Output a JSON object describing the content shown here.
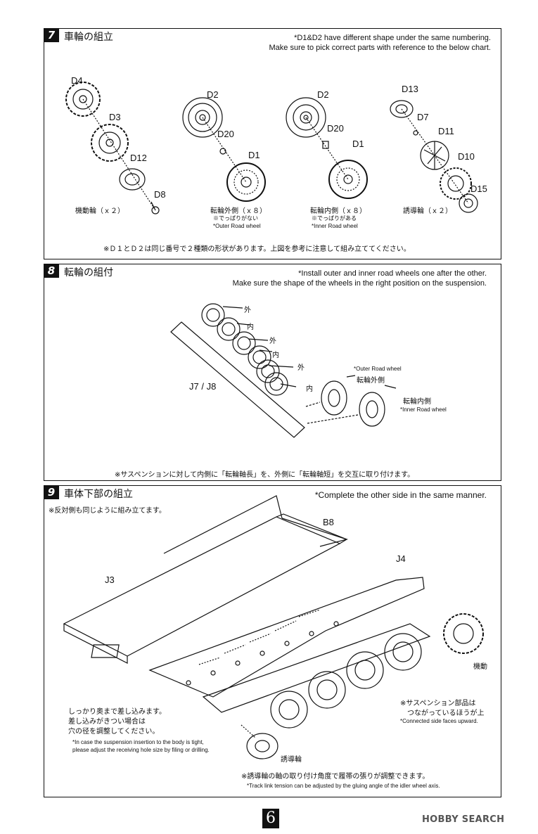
{
  "step7": {
    "number": "7",
    "title": "車輪の組立",
    "note_en_1": "*D1&D2 have different shape under the same numbering.",
    "note_en_2": "Make sure to pick correct parts with reference to the below chart.",
    "parts": {
      "d4": "D4",
      "d3": "D3",
      "d12": "D12",
      "d8": "D8",
      "d2a": "D2",
      "d20a": "D20",
      "d1a": "D1",
      "d2b": "D2",
      "d20b": "D20",
      "d1b": "D1",
      "d13": "D13",
      "d7": "D7",
      "d11": "D11",
      "d10": "D10",
      "d15": "D15"
    },
    "caption_sprocket": "機動輪（ｘ２）",
    "caption_outer": "転輪外側（ｘ８）",
    "caption_outer_sub_jp": "※でっぱりがない",
    "caption_outer_sub_en": "*Outer Road wheel",
    "caption_inner": "転輪内側（ｘ８）",
    "caption_inner_sub_jp": "※でっぱりがある",
    "caption_inner_sub_en": "*Inner Road wheel",
    "caption_idler": "誘導輪（ｘ２）",
    "note_jp": "※Ｄ１とＤ２は同じ番号で２種類の形状があります。上図を参考に注意して組み立ててください。"
  },
  "step8": {
    "number": "8",
    "title": "転輪の組付",
    "note_en_1": "*Install outer and inner road wheels one after the other.",
    "note_en_2": "Make sure the shape of the wheels in the right position on the suspension.",
    "label_part": "J7 / J8",
    "label_out": "外",
    "label_in": "内",
    "outer_en": "*Outer Road wheel",
    "outer_jp": "転輪外側",
    "inner_jp": "転輪内側",
    "inner_en": "*Inner Road wheel",
    "note_jp": "※サスペンションに対して内側に「転輪軸長」を、外側に「転輪軸短」を交互に取り付けます。"
  },
  "step9": {
    "number": "9",
    "title": "車体下部の組立",
    "note_en": "*Complete the other side in the same manner.",
    "note_jp_top": "※反対側も同じように組み立てます。",
    "label_b8": "B8",
    "label_j4": "J4",
    "label_j3": "J3",
    "label_sprocket": "機動",
    "susp_jp_1": "※サスペンション部品は",
    "susp_jp_2": "つながっているほうが上",
    "susp_en": "*Connected side faces upward.",
    "insert_jp_1": "しっかり奥まで差し込みます。",
    "insert_jp_2": "差し込みがきつい場合は",
    "insert_jp_3": "穴の径を調整してください。",
    "insert_en_1": "*In case the suspension insertion to the body is tight,",
    "insert_en_2": "please adjust the receiving hole size by filing or drilling.",
    "label_idler": "誘導輪",
    "track_jp": "※誘導輪の軸の取り付け角度で履帯の張りが調整できます。",
    "track_en": "*Track link tension can be adjusted by the gluing angle of the idler wheel axis."
  },
  "page_number": "6",
  "watermark": "HOBBY SEARCH"
}
